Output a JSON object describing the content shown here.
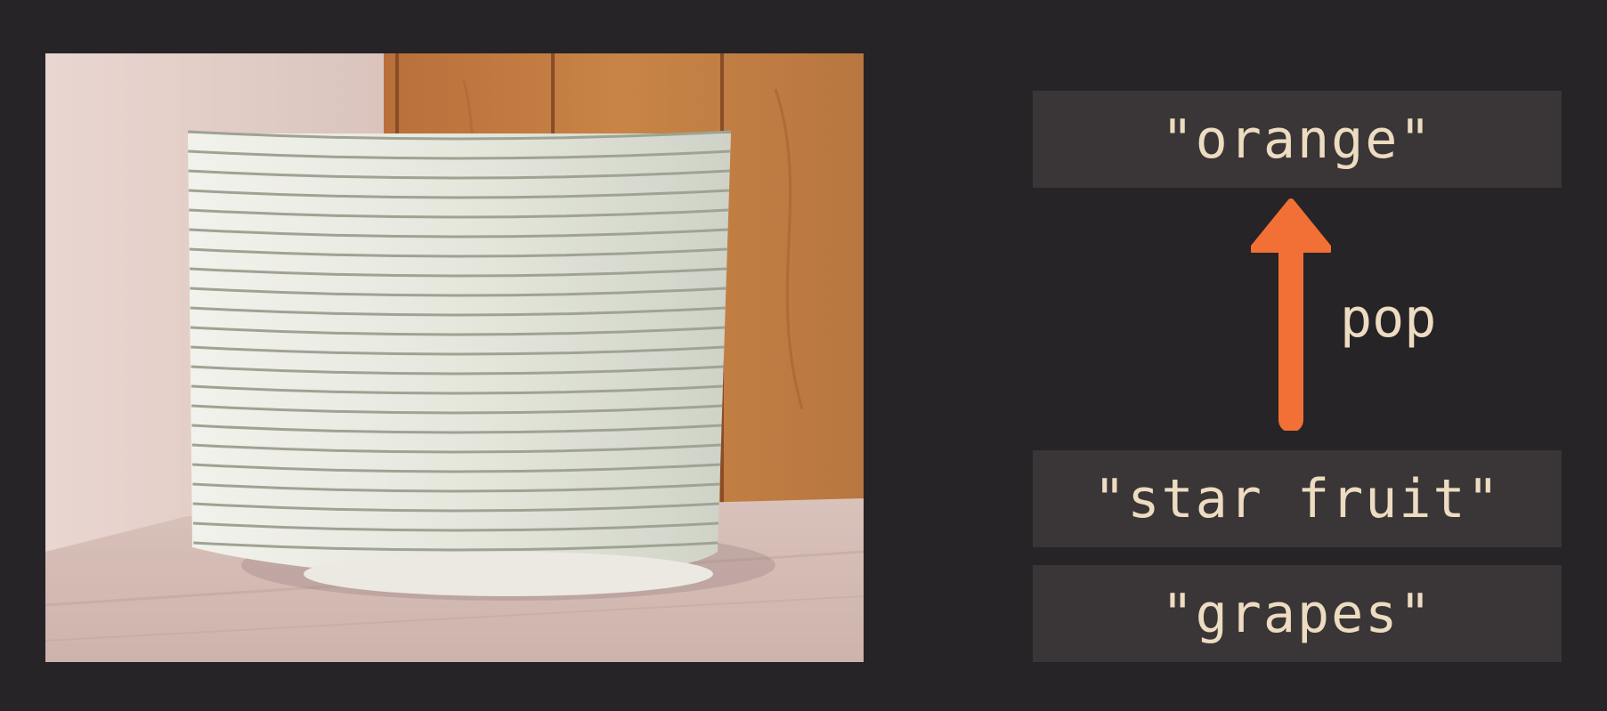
{
  "photo": {
    "subject": "stack of plates"
  },
  "stack": {
    "top": "\"orange\"",
    "middle": "\"star fruit\"",
    "bottom": "\"grapes\""
  },
  "operation": {
    "label": "pop"
  },
  "colors": {
    "background": "#262427",
    "box": "#3a3637",
    "text": "#eddcc1",
    "arrow": "#f26f35"
  }
}
